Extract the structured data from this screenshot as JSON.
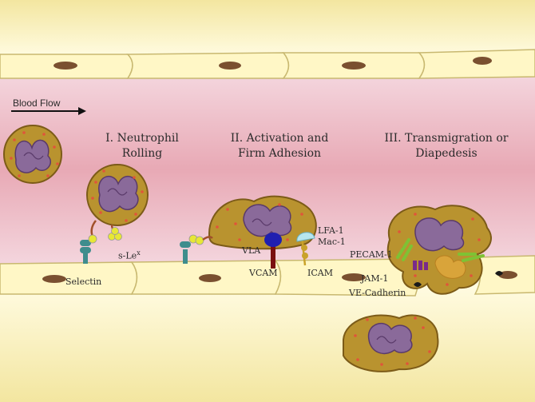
{
  "diagram": {
    "blood_flow_label": "Blood Flow",
    "stages": {
      "rolling": {
        "line1": "I. Neutrophil",
        "line2": "Rolling"
      },
      "adhesion": {
        "line1": "II. Activation and",
        "line2": "Firm Adhesion"
      },
      "transmigration": {
        "line1": "III. Transmigration or",
        "line2": "Diapedesis"
      }
    },
    "molecules": {
      "selectin": "Selectin",
      "slex": "s-Le",
      "slex_sup": "x",
      "lfa1": "LFA-1",
      "mac1": "Mac-1",
      "vla": "VLA",
      "vcam": "VCAM",
      "icam": "ICAM",
      "pecam1": "PECAM-1",
      "jam1": "JAM-1",
      "vecadherin": "VE-Cadherin"
    },
    "colors": {
      "lumen": "#e8a9b5",
      "endothelium": "#fff7c6",
      "nucleus": "#7a5030",
      "neutrophil": "#b9932f",
      "granule": "#e0553a",
      "neutrophil_nucleus": "#8a6a9a",
      "selectin": "#3e8d8d",
      "ligand": "#e7e735",
      "vla": "#1f1fb0",
      "vcam": "#7a1010",
      "mac1": "#b7e6ee",
      "icam": "#c9a22a",
      "pecam": "#7ec234",
      "jam": "#7a2a8a",
      "cadherin": "#1a1a1a"
    }
  }
}
